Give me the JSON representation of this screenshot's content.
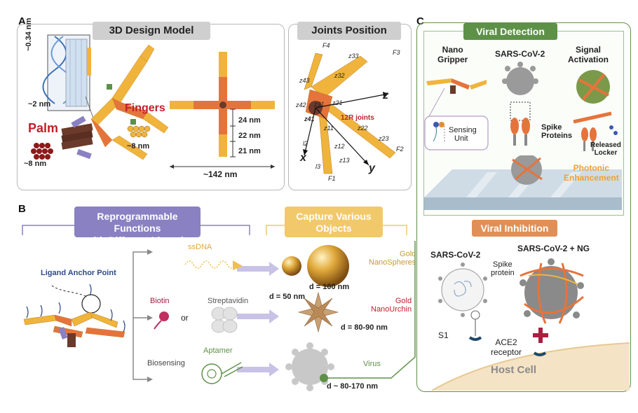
{
  "panelA": {
    "letter": "A",
    "design_title": "3D Design Model",
    "joints_title": "Joints Position",
    "dna_rise": "~0.34 nm",
    "dna_width": "~2 nm",
    "palm_label": "Palm",
    "palm_width": "~8 nm",
    "fingers_label": "Fingers",
    "fingers_width": "~8 nm",
    "seg1": "24 nm",
    "seg2": "22 nm",
    "seg3": "21 nm",
    "span": "~142 nm",
    "joints": {
      "f1": "F1",
      "f2": "F2",
      "f3": "F3",
      "f4": "F4",
      "z11": "z11",
      "z12": "z12",
      "z13": "z13",
      "z21": "z21",
      "z22": "z22",
      "z23": "z23",
      "z31": "z31",
      "z32": "z32",
      "z33": "z33",
      "z41": "z41",
      "z42": "z42",
      "z43": "z43",
      "l2": "l2",
      "l3": "l3",
      "x": "x",
      "y": "y",
      "z": "z",
      "joints_note": "12R joints"
    }
  },
  "panelB": {
    "letter": "B",
    "reprog_title_1": "Reprogrammable Functions",
    "reprog_title_2": "with Different Ligands",
    "capture_title_1": "Capture Various",
    "capture_title_2": "Objects",
    "ligand_anchor": "Ligand Anchor Point",
    "ssdna": "ssDNA",
    "biotin": "Biotin",
    "or": "or",
    "streptavidin": "Streptavidin",
    "biosensing": "Biosensing",
    "aptamer": "Aptamer",
    "gold_nanospheres_1": "Gold",
    "gold_nanospheres_2": "NanoSpheres",
    "d50": "d = 50 nm",
    "d100": "d = 100 nm",
    "gold_nanourchin_1": "Gold",
    "gold_nanourchin_2": "NanoUrchin",
    "d8090": "d = 80-90 nm",
    "virus": "Virus",
    "d80170": "d ~ 80-170 nm"
  },
  "panelC": {
    "letter": "C",
    "viral_detection": "Viral Detection",
    "nano_gripper_1": "Nano",
    "nano_gripper_2": "Gripper",
    "sars_cov2_top": "SARS-CoV-2",
    "signal_activation_1": "Signal",
    "signal_activation_2": "Activation",
    "sensing_unit_1": "Sensing",
    "sensing_unit_2": "Unit",
    "spike_proteins_1": "Spike",
    "spike_proteins_2": "Proteins",
    "released_locker_1": "Released",
    "released_locker_2": "Locker",
    "photonic_1": "Photonic",
    "photonic_2": "Enhancement",
    "viral_inhibition": "Viral Inhibition",
    "sars_cov2_bottom": "SARS-CoV-2",
    "sars_cov2_ng": "SARS-CoV-2 + NG",
    "spike_protein_1": "Spike",
    "spike_protein_2": "protein",
    "s1": "S1",
    "ace2_1": "ACE2",
    "ace2_2": "receptor",
    "host_cell": "Host Cell"
  },
  "colors": {
    "orange": "#e5743c",
    "yellow": "#f0b43c",
    "palm_brown": "#6b3a2a",
    "purple": "#8a81c2",
    "green": "#5e9148",
    "red_label": "#c0202a",
    "host_cell": "#f5e3c6",
    "virus_grey": "#9a9a9a"
  }
}
